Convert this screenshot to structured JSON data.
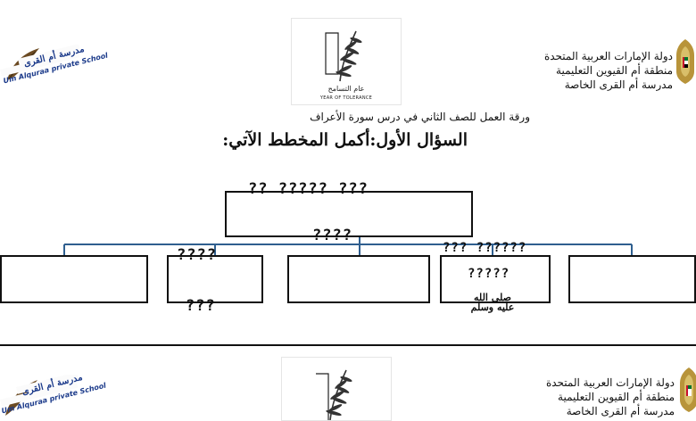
{
  "header": {
    "ministry_lines": [
      "دولة الإمارات العربية المتحدة",
      "منطقة أم القيوين التعليمية",
      "مدرسة أم القرى الخاصة"
    ],
    "tolerance_logo": {
      "arabic": "عام التسامح",
      "english": "YEAR OF TOLERANCE"
    },
    "school_logo_text": {
      "arabic": "مدرسة أم القرى",
      "english": "Um Alquraa private School"
    },
    "subtitle": "ورقة العمل للصف الثاني في درس سورة الأعراف"
  },
  "question": {
    "title": "السؤال الأول:أكمل المخطط الآتي:"
  },
  "diagram": {
    "line_color": "#2f5f8f",
    "root": {
      "line1": "?? ????? ???",
      "line2": "????"
    },
    "children": [
      {
        "label": ""
      },
      {
        "line1": "????",
        "line2": "???"
      },
      {
        "label": ""
      },
      {
        "top": "??? ??????",
        "inner": "?????",
        "honorific_line1": "صلى الله",
        "honorific_line2": "عليه وسلم"
      },
      {
        "label": ""
      }
    ]
  },
  "footer_repeat": {
    "ministry_lines": [
      "دولة الإمارات العربية المتحدة",
      "منطقة أم القيوين التعليمية",
      "مدرسة أم القرى الخاصة"
    ],
    "school_logo_text": {
      "arabic": "مدرسة أم القرى",
      "english": "Um Alquraa private School"
    }
  }
}
